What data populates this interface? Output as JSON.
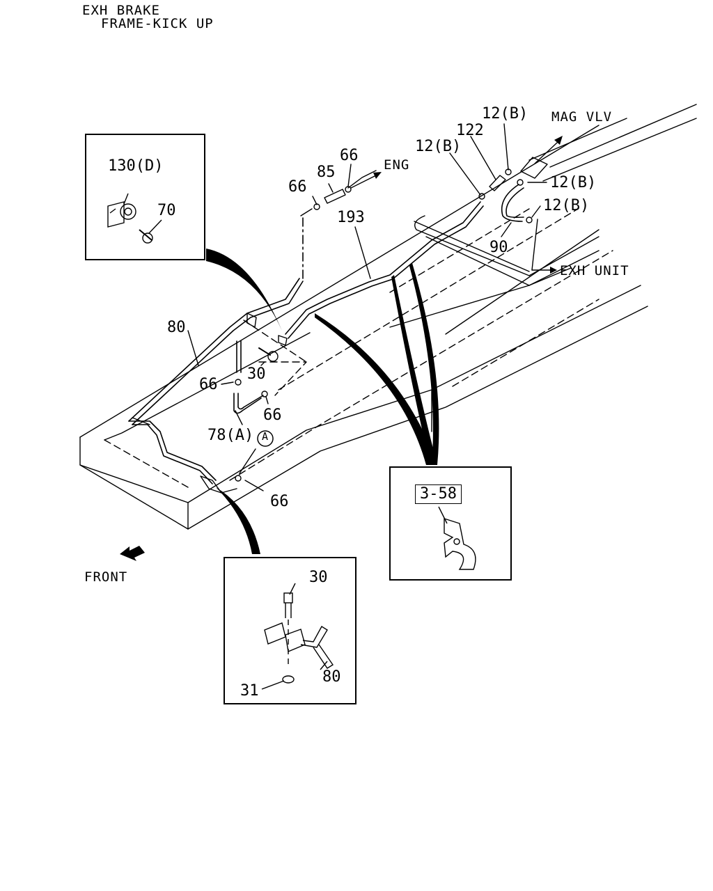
{
  "header": {
    "line1": "EXH BRAKE",
    "line2": "FRAME-KICK UP"
  },
  "directions": {
    "eng": "ENG",
    "mag_vlv": "MAG VLV",
    "exh_unit": "EXH UNIT",
    "front": "FRONT"
  },
  "callouts": {
    "p130d": "130(D)",
    "p70": "70",
    "p66_a": "66",
    "p85": "85",
    "p66_b": "66",
    "p193": "193",
    "p12b_1": "12(B)",
    "p122": "122",
    "p12b_2": "12(B)",
    "p12b_3": "12(B)",
    "p12b_4": "12(B)",
    "p90": "90",
    "p80": "80",
    "p66_c": "66",
    "p30": "30",
    "p66_d": "66",
    "p78a": "78(A)",
    "circle_a": "A",
    "p66_e": "66",
    "ref_358": "3-58",
    "d_30": "30",
    "d_31": "31",
    "d_80": "80"
  },
  "icons": [
    "front-arrow-icon",
    "clip-icon",
    "bolt-icon",
    "nut-icon",
    "bracket-icon"
  ]
}
